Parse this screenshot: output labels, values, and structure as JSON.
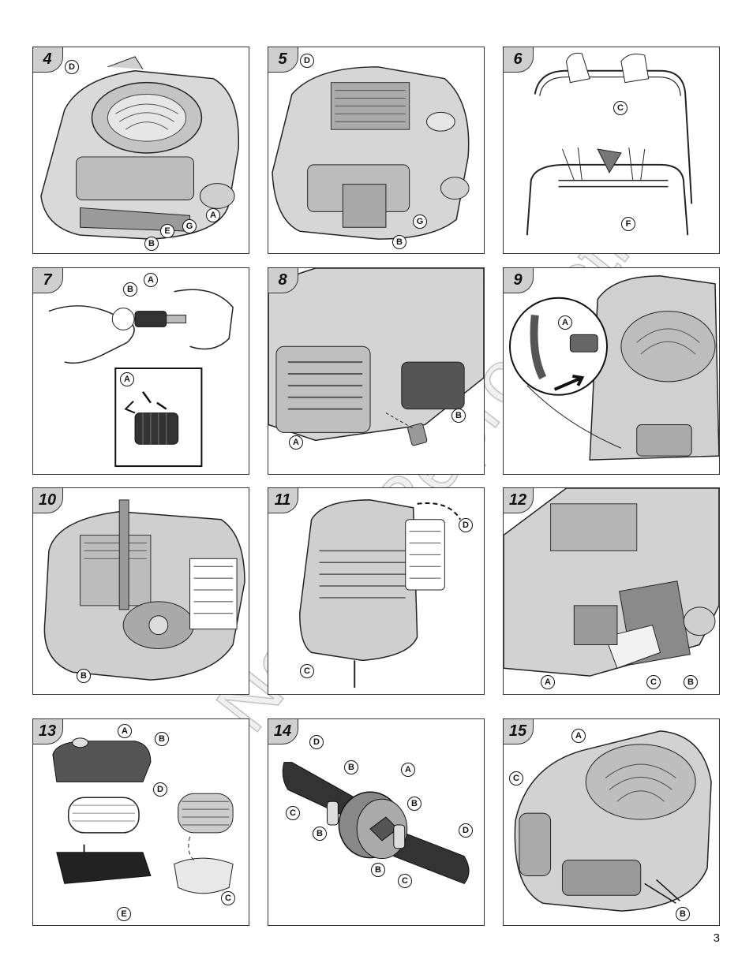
{
  "page": {
    "number": "3",
    "watermark": "Not for Reproduction"
  },
  "panels": [
    {
      "id": "4",
      "callouts": [
        "D",
        "A",
        "G",
        "E",
        "B"
      ]
    },
    {
      "id": "5",
      "callouts": [
        "D",
        "G",
        "B"
      ]
    },
    {
      "id": "6",
      "callouts": [
        "C",
        "F"
      ]
    },
    {
      "id": "7",
      "callouts": [
        "B",
        "A",
        "A"
      ]
    },
    {
      "id": "8",
      "callouts": [
        "B",
        "A"
      ]
    },
    {
      "id": "9",
      "callouts": [
        "A"
      ]
    },
    {
      "id": "10",
      "callouts": [
        "B"
      ]
    },
    {
      "id": "11",
      "callouts": [
        "D",
        "C"
      ]
    },
    {
      "id": "12",
      "callouts": [
        "A",
        "C",
        "B"
      ]
    },
    {
      "id": "13",
      "callouts": [
        "A",
        "B",
        "D",
        "E",
        "C"
      ]
    },
    {
      "id": "14",
      "callouts": [
        "D",
        "B",
        "A",
        "C",
        "B",
        "B",
        "B",
        "C",
        "D"
      ]
    },
    {
      "id": "15",
      "callouts": [
        "A",
        "C",
        "B"
      ]
    }
  ]
}
